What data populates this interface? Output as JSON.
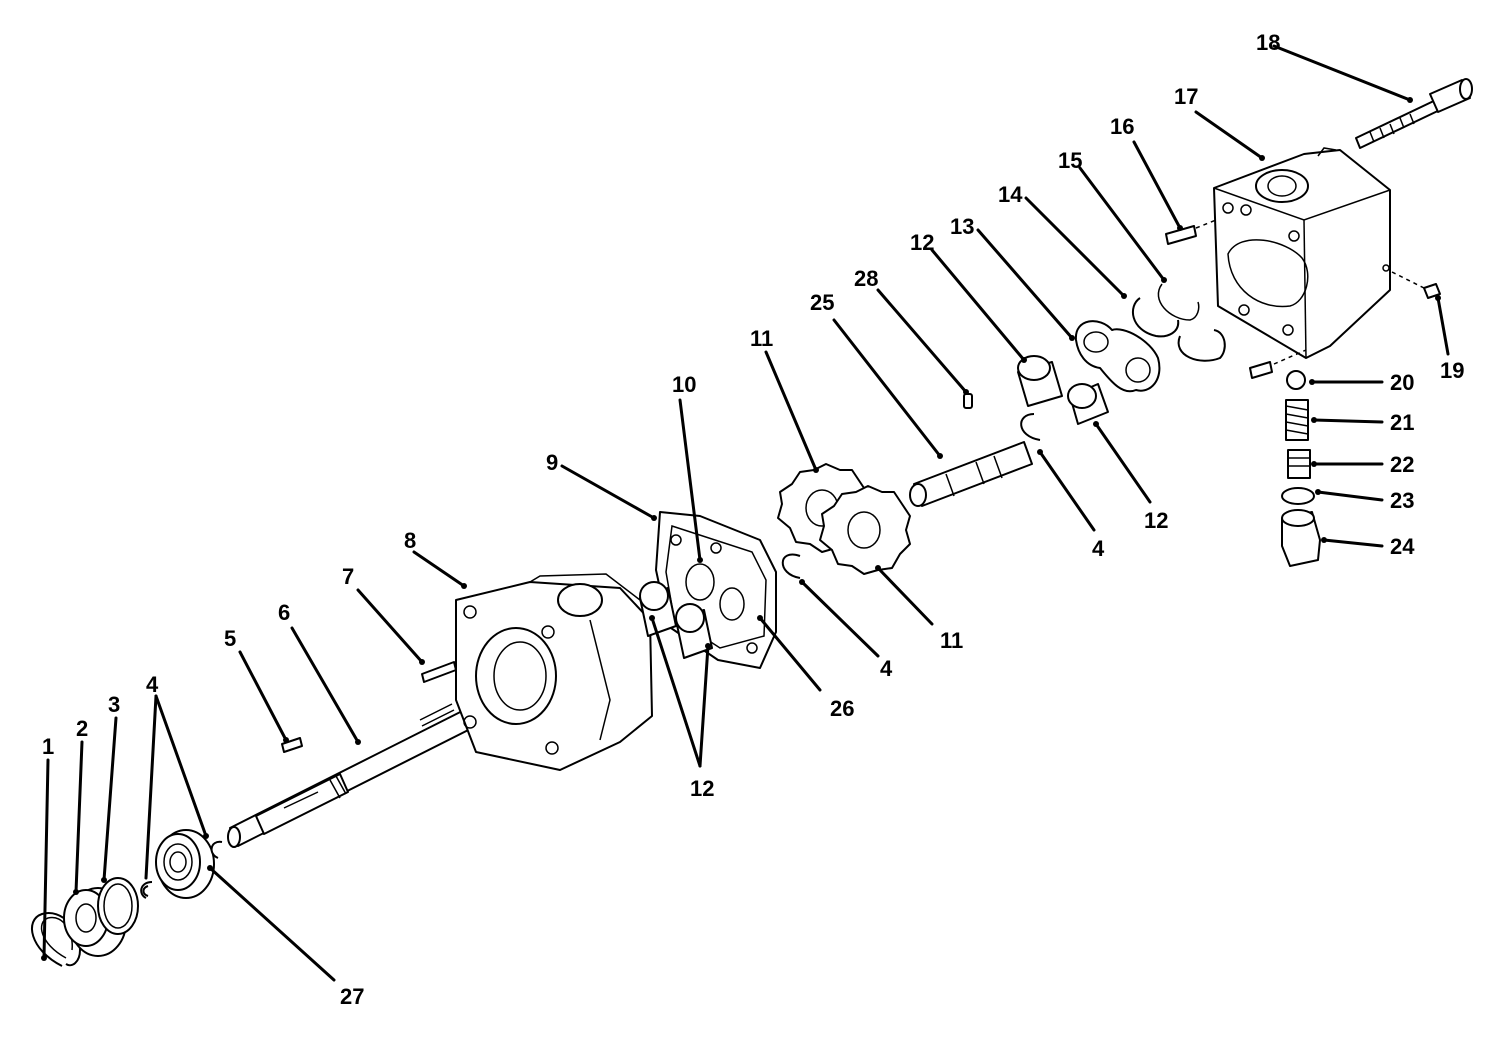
{
  "diagram": {
    "callouts": {
      "c1": "1",
      "c2": "2",
      "c3": "3",
      "c4a": "4",
      "c5": "5",
      "c6": "6",
      "c7": "7",
      "c8": "8",
      "c9": "9",
      "c10": "10",
      "c11a": "11",
      "c11b": "11",
      "c12a": "12",
      "c12b": "12",
      "c12c": "12",
      "c13": "13",
      "c14": "14",
      "c15": "15",
      "c16": "16",
      "c17": "17",
      "c18": "18",
      "c19": "19",
      "c20": "20",
      "c21": "21",
      "c22": "22",
      "c23": "23",
      "c24": "24",
      "c25": "25",
      "c26": "26",
      "c27": "27",
      "c28": "28",
      "c4b": "4",
      "c4c": "4"
    }
  }
}
